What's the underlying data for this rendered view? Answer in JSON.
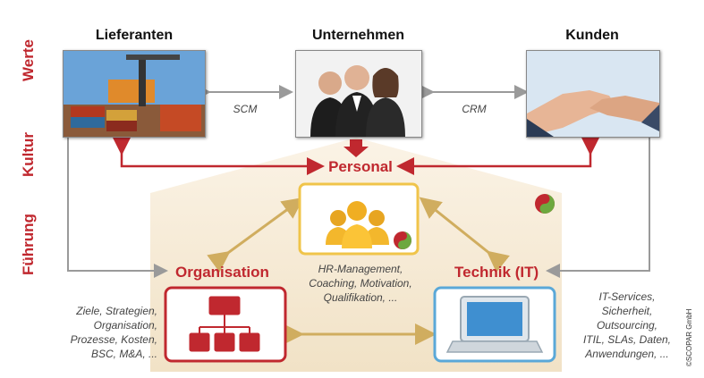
{
  "side_labels": {
    "werte": "Werte",
    "kultur": "Kultur",
    "fuehrung": "Führung"
  },
  "columns": {
    "lieferanten": "Lieferanten",
    "unternehmen": "Unternehmen",
    "kunden": "Kunden"
  },
  "links": {
    "scm": "SCM",
    "crm": "CRM"
  },
  "center": {
    "personal": "Personal",
    "organisation": "Organisation",
    "technik": "Technik (IT)"
  },
  "texts": {
    "hr": [
      "HR-Management,",
      "Coaching, Motivation,",
      "Qualifikation, ..."
    ],
    "left": [
      "Ziele, Strategien,",
      "Organisation,",
      "Prozesse, Kosten,",
      "BSC, M&A, ..."
    ],
    "right": [
      "IT-Services,",
      "Sicherheit,",
      "Outsourcing,",
      "ITIL, SLAs, Daten,",
      "Anwendungen, ..."
    ]
  },
  "copyright": "©SCOPAR GmbH",
  "colors": {
    "red": "#c0282f",
    "gray": "#9a9a9a",
    "beige": "#f4ead6",
    "gold": "#d9b66a",
    "blue": "#5aa8d8"
  }
}
